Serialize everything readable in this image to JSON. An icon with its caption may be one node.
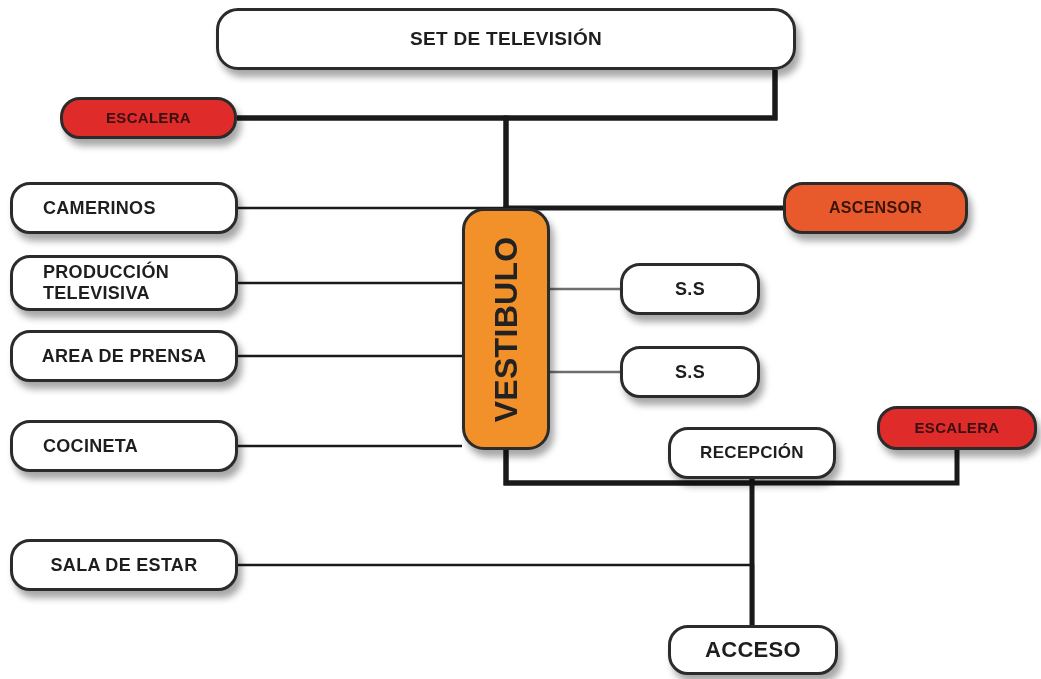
{
  "diagram": {
    "nodes": [
      {
        "text": [
          "SET DE TELEVISIÓN"
        ]
      },
      {
        "text": [
          "ESCALERA"
        ]
      },
      {
        "text": [
          "CAMERINOS"
        ]
      },
      {
        "text": [
          "VESTIBULO"
        ]
      },
      {
        "text": [
          "ASCENSOR"
        ]
      },
      {
        "text": [
          "PRODUCCIÓN TELEVISIVA"
        ]
      },
      {
        "text": [
          "S.S"
        ]
      },
      {
        "text": [
          "AREA DE PRENSA"
        ]
      },
      {
        "text": [
          "S.S"
        ]
      },
      {
        "text": [
          "COCINETA"
        ]
      },
      {
        "text": [
          "RECEPCIÓN"
        ]
      },
      {
        "text": [
          "ESCALERA"
        ]
      },
      {
        "text": [
          "SALA DE ESTAR"
        ]
      },
      {
        "text": [
          "ACCESO"
        ]
      }
    ],
    "edges": [
      {
        "from": 0,
        "to": 1,
        "arrow": "none",
        "style": "thick"
      },
      {
        "from": 0,
        "to": 3,
        "arrow": "none",
        "style": "thick"
      },
      {
        "from": 1,
        "to": 3,
        "arrow": "none",
        "style": "thick"
      },
      {
        "from": 2,
        "to": 3,
        "arrow": "none"
      },
      {
        "from": 4,
        "to": 3,
        "arrow": "none",
        "style": "thick"
      },
      {
        "from": 5,
        "to": 3,
        "arrow": "none"
      },
      {
        "from": 3,
        "to": 6,
        "arrow": "none",
        "color": "#6e6e6e"
      },
      {
        "from": 3,
        "to": 8,
        "arrow": "none",
        "color": "#6e6e6e"
      },
      {
        "from": 7,
        "to": 3,
        "arrow": "none"
      },
      {
        "from": 9,
        "to": 3,
        "arrow": "none"
      },
      {
        "from": 3,
        "to": 10,
        "arrow": "none",
        "style": "thick"
      },
      {
        "from": 3,
        "to": 11,
        "arrow": "none",
        "style": "thick"
      },
      {
        "from": 10,
        "to": 13,
        "arrow": "none",
        "style": "thick"
      },
      {
        "from": 12,
        "to": 13,
        "arrow": "none"
      }
    ]
  }
}
